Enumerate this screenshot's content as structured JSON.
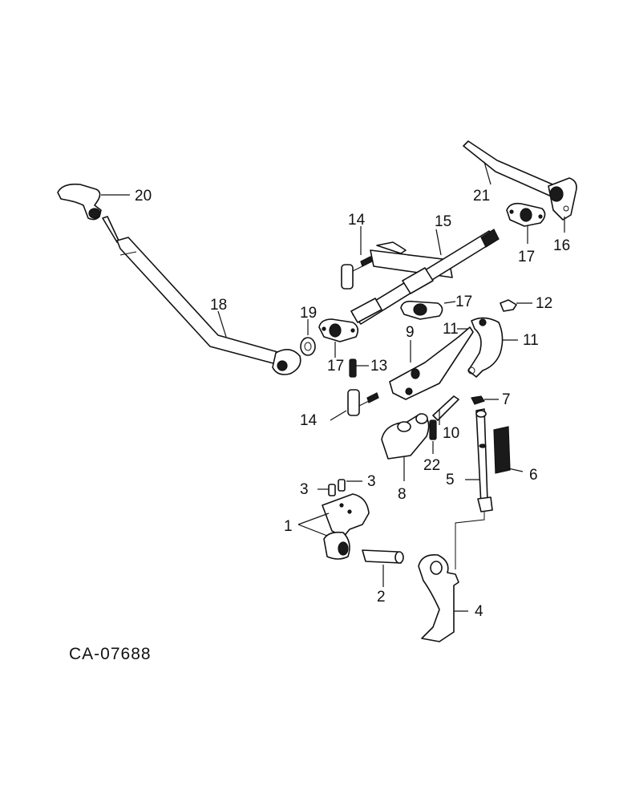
{
  "diagram_code": "CA-07688",
  "callouts": [
    {
      "id": "c20",
      "text": "20"
    },
    {
      "id": "c21",
      "text": "21"
    },
    {
      "id": "c16",
      "text": "16"
    },
    {
      "id": "c17a",
      "text": "17"
    },
    {
      "id": "c14a",
      "text": "14"
    },
    {
      "id": "c15",
      "text": "15"
    },
    {
      "id": "c18",
      "text": "18"
    },
    {
      "id": "c19",
      "text": "19"
    },
    {
      "id": "c17b",
      "text": "17"
    },
    {
      "id": "c17c",
      "text": "17"
    },
    {
      "id": "c12",
      "text": "12"
    },
    {
      "id": "c11a",
      "text": "11"
    },
    {
      "id": "c11b",
      "text": "11"
    },
    {
      "id": "c9",
      "text": "9"
    },
    {
      "id": "c13",
      "text": "13"
    },
    {
      "id": "c7",
      "text": "7"
    },
    {
      "id": "c14b",
      "text": "14"
    },
    {
      "id": "c10",
      "text": "10"
    },
    {
      "id": "c22",
      "text": "22"
    },
    {
      "id": "c6",
      "text": "6"
    },
    {
      "id": "c5",
      "text": "5"
    },
    {
      "id": "c8",
      "text": "8"
    },
    {
      "id": "c3a",
      "text": "3"
    },
    {
      "id": "c3b",
      "text": "3"
    },
    {
      "id": "c1",
      "text": "1"
    },
    {
      "id": "c2",
      "text": "2"
    },
    {
      "id": "c4",
      "text": "4"
    }
  ]
}
